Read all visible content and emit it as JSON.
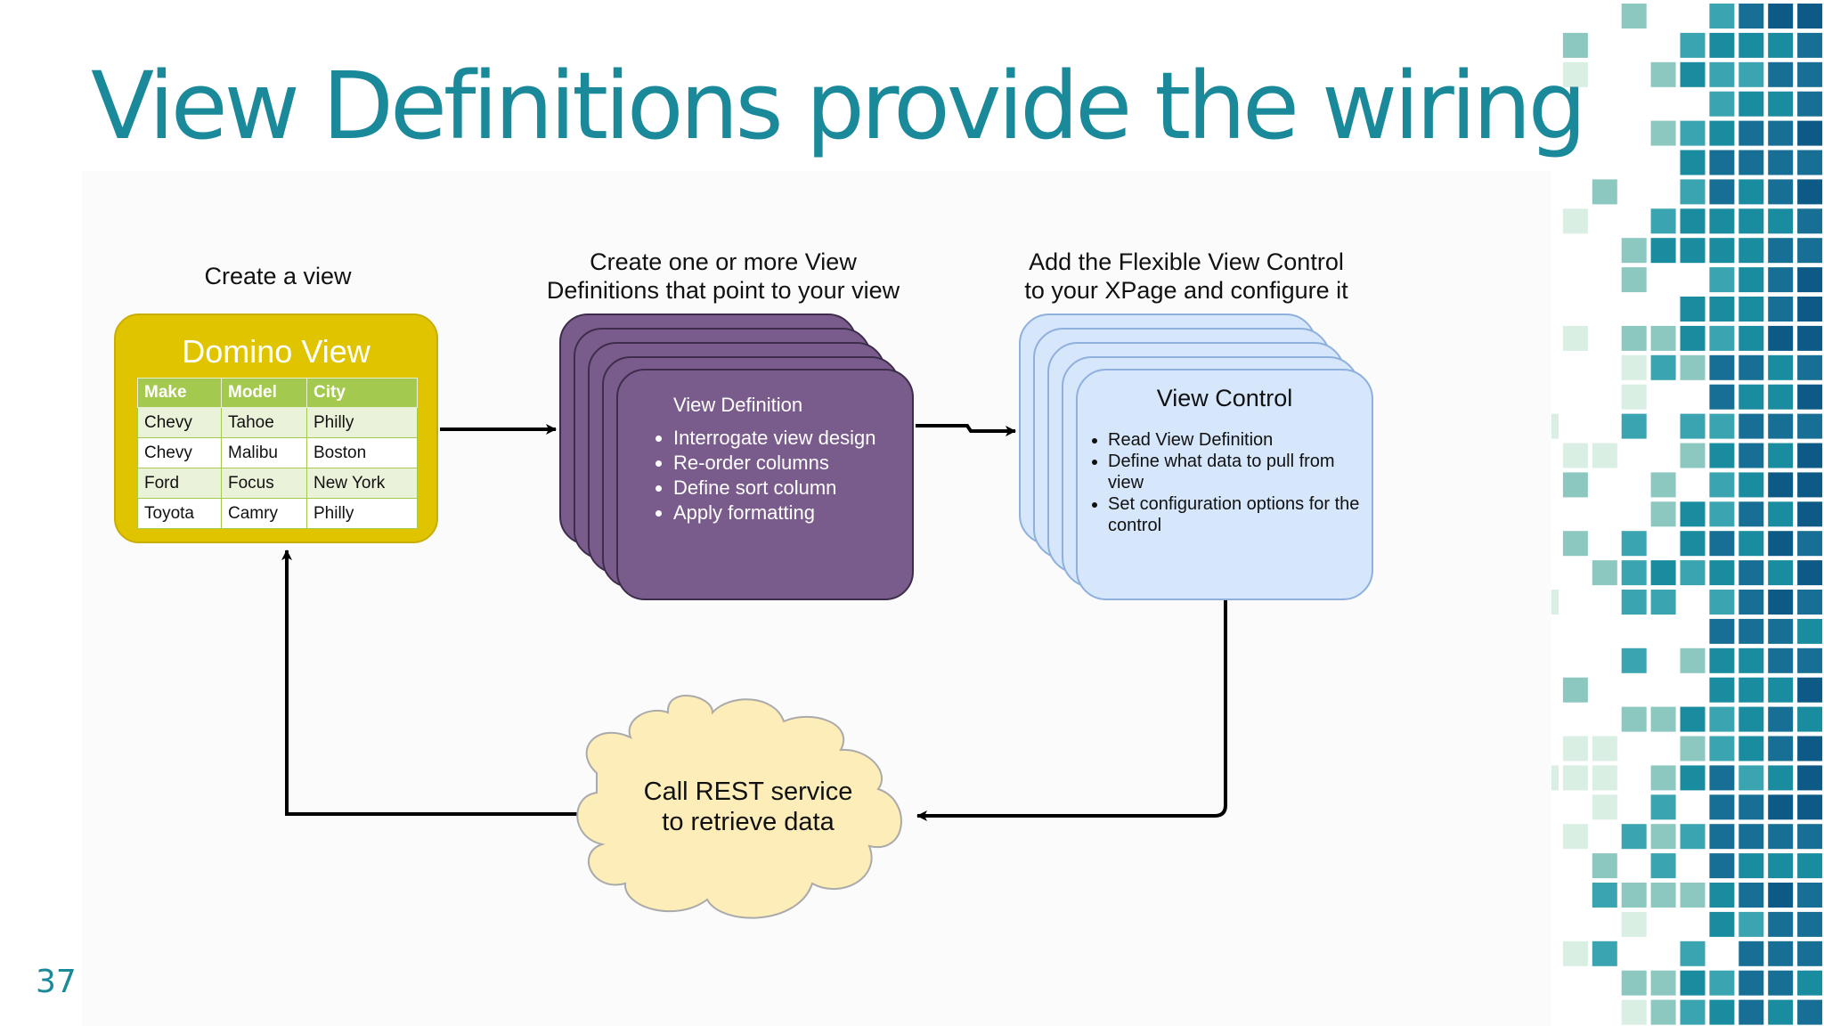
{
  "slide": {
    "title": "View Definitions provide the wiring",
    "page_number": "37"
  },
  "diagram": {
    "step1_label": "Create a view",
    "step2_label": [
      "Create one or more View",
      "Definitions that point to your view"
    ],
    "step3_label": [
      "Add the Flexible View Control",
      "to your XPage and configure it"
    ],
    "domino_view": {
      "title": "Domino View",
      "columns": [
        "Make",
        "Model",
        "City"
      ],
      "rows": [
        [
          "Chevy",
          "Tahoe",
          "Philly"
        ],
        [
          "Chevy",
          "Malibu",
          "Boston"
        ],
        [
          "Ford",
          "Focus",
          "New York"
        ],
        [
          "Toyota",
          "Camry",
          "Philly"
        ]
      ]
    },
    "view_definition": {
      "title": "View Definition",
      "items": [
        "Interrogate view design",
        "Re-order columns",
        "Define sort column",
        "Apply formatting"
      ]
    },
    "view_control": {
      "title": "View Control",
      "items": [
        "Read View Definition",
        "Define what data to pull from view",
        "Set configuration options for the control"
      ]
    },
    "rest_service": [
      "Call REST service",
      "to retrieve data"
    ]
  },
  "colors": {
    "title_teal": "#1a8a9a",
    "domino_yellow": "#e1c400",
    "table_green": "#a3c94e",
    "definition_purple": "#7a5c8c",
    "control_blue": "#d6e6fb",
    "cloud_yellow": "#fcedb9",
    "mosaic": [
      "#d9efe3",
      "#8cc8c0",
      "#3aa4b1",
      "#1a8ca0",
      "#176f95",
      "#0d5a87"
    ]
  }
}
